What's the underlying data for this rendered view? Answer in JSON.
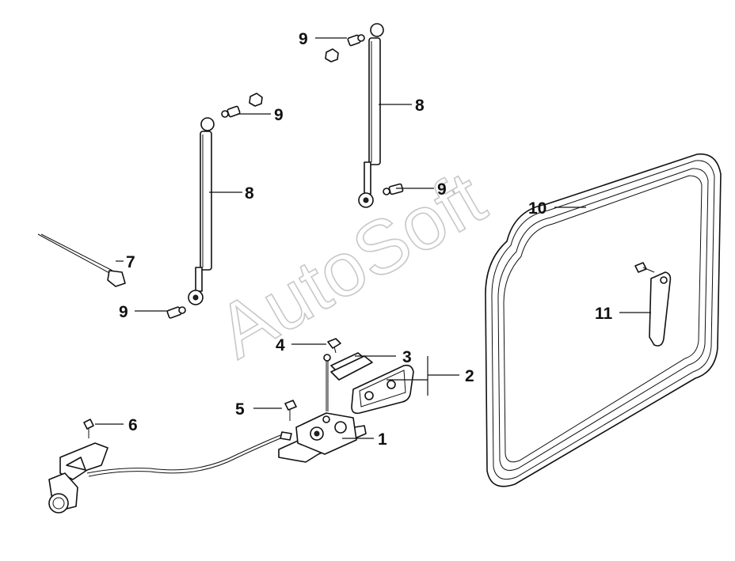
{
  "watermark": "AutoSoft",
  "callouts": {
    "c1": "1",
    "c2": "2",
    "c3": "3",
    "c4": "4",
    "c5": "5",
    "c6": "6",
    "c7": "7",
    "c8a": "8",
    "c8b": "8",
    "c9a": "9",
    "c9b": "9",
    "c9c": "9",
    "c9d": "9",
    "c10": "10",
    "c11": "11"
  },
  "colors": {
    "line": "#111111",
    "watermark": "#c8c8c8",
    "background": "#ffffff"
  }
}
